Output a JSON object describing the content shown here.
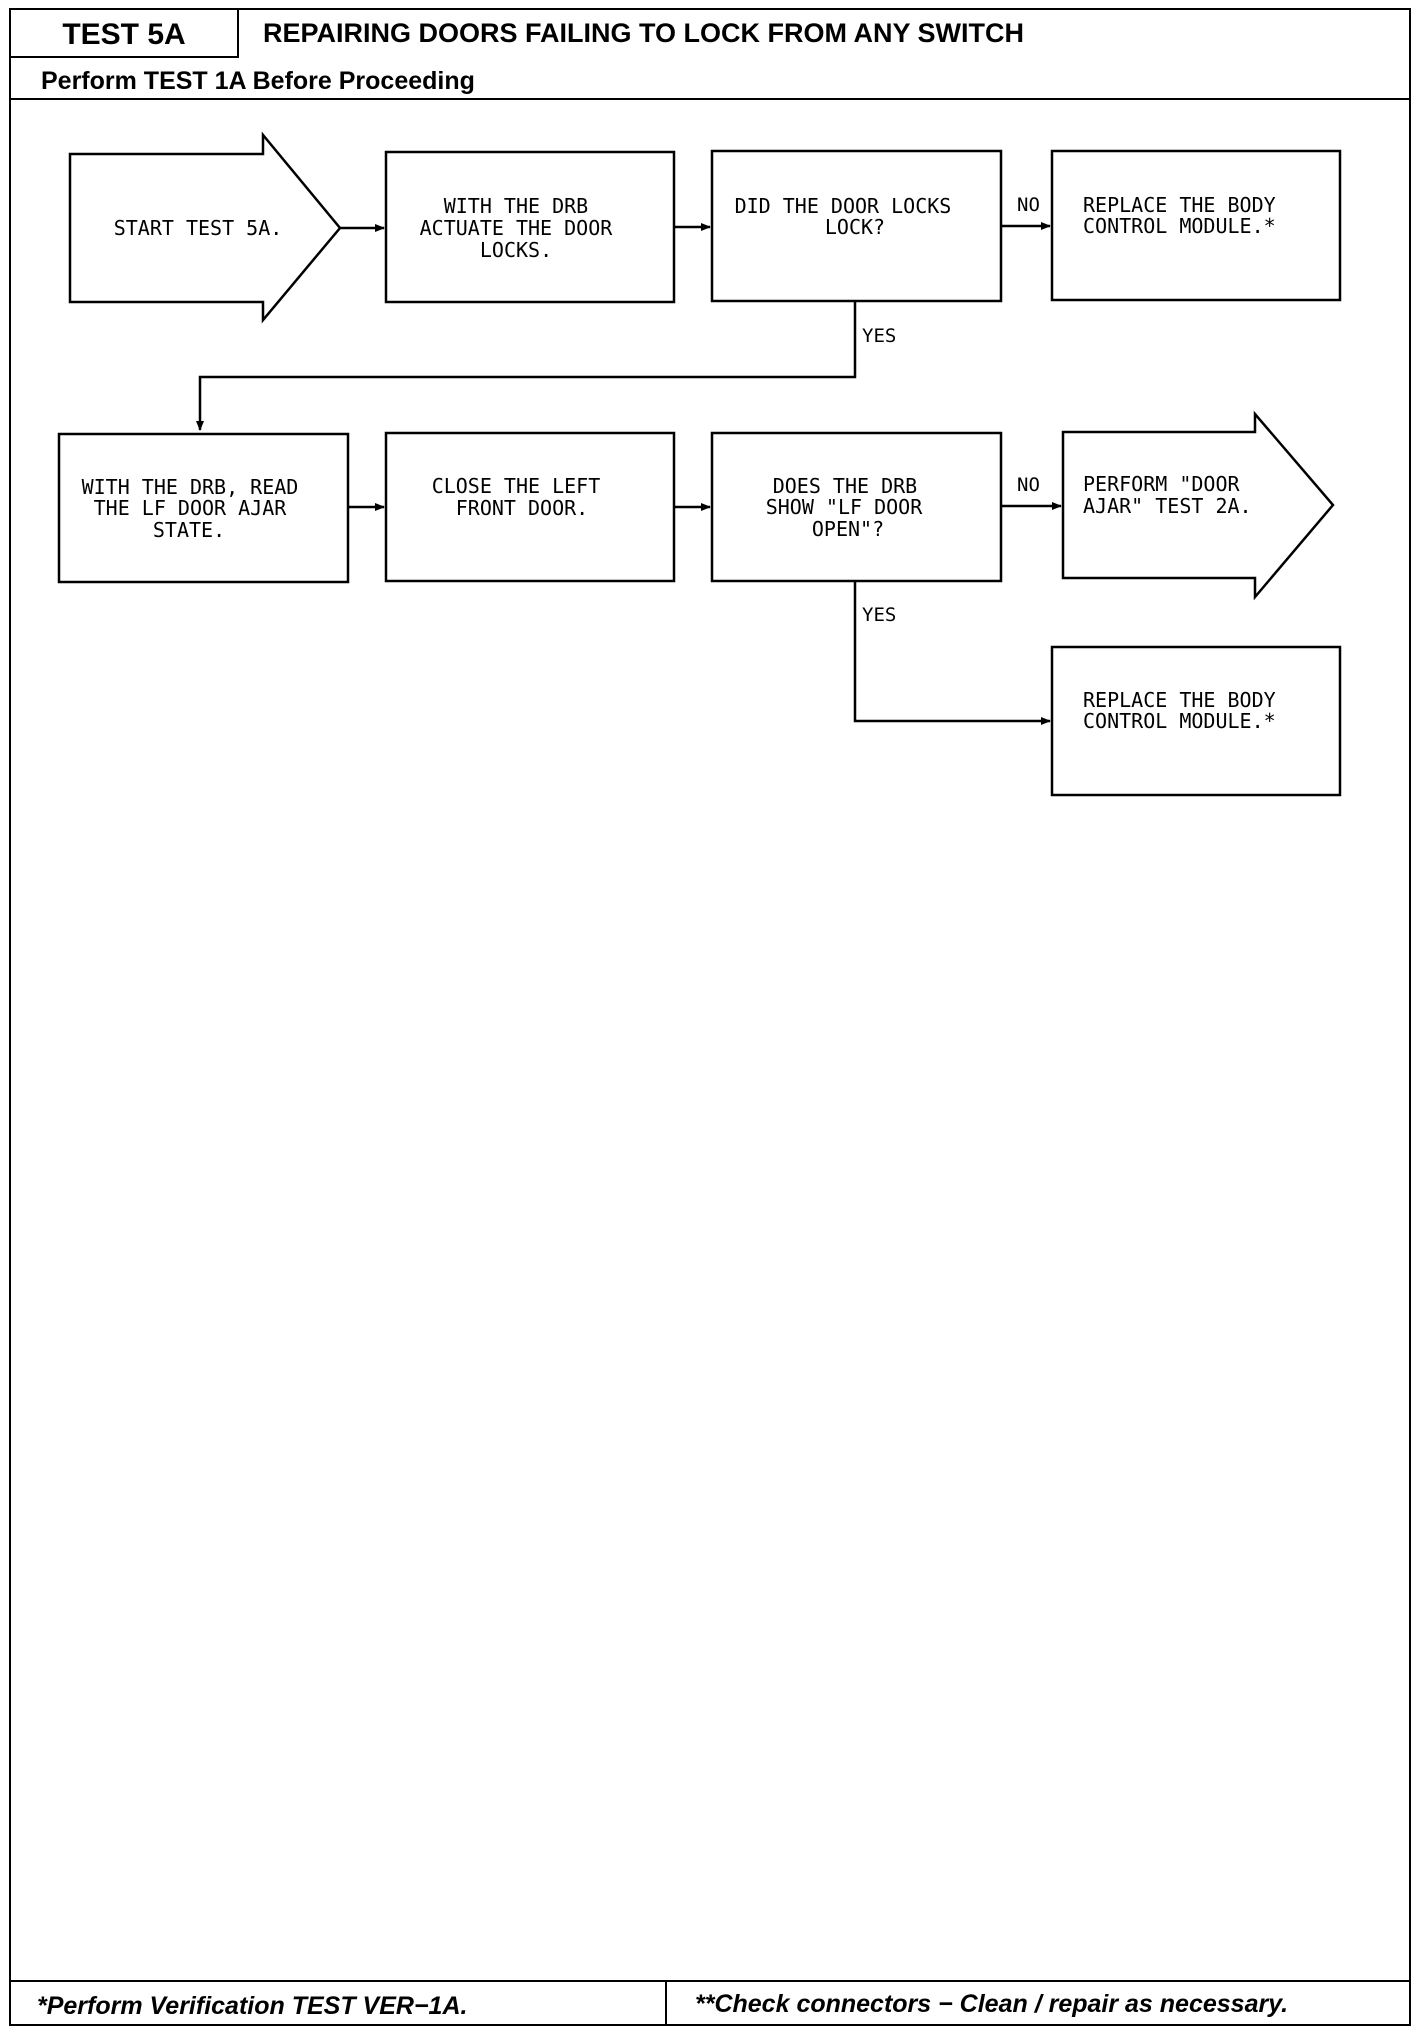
{
  "header": {
    "test_label": "TEST 5A",
    "title": "REPAIRING DOORS FAILING TO LOCK FROM ANY SWITCH",
    "subtitle": "Perform TEST 1A Before Proceeding"
  },
  "nodes": {
    "start": [
      "START TEST 5A."
    ],
    "actuate": [
      "WITH THE DRB",
      "ACTUATE THE DOOR",
      "LOCKS."
    ],
    "did_lock": [
      "DID THE DOOR LOCKS",
      "LOCK?"
    ],
    "replace1": [
      "REPLACE THE BODY",
      "CONTROL MODULE.*"
    ],
    "read_ajar": [
      "WITH THE DRB, READ",
      "THE LF DOOR AJAR",
      "STATE."
    ],
    "close_door": [
      "CLOSE THE LEFT",
      "FRONT DOOR."
    ],
    "show_open": [
      "DOES THE DRB",
      "SHOW \"LF DOOR",
      "OPEN\"?"
    ],
    "perform_2a": [
      "PERFORM \"DOOR",
      "AJAR\" TEST 2A."
    ],
    "replace2": [
      "REPLACE THE BODY",
      "CONTROL MODULE.*"
    ]
  },
  "labels": {
    "no1": "NO",
    "yes1": "YES",
    "no2": "NO",
    "yes2": "YES"
  },
  "footer": {
    "left": "*Perform Verification TEST VER−1A.",
    "right": "**Check connectors − Clean / repair as necessary."
  }
}
